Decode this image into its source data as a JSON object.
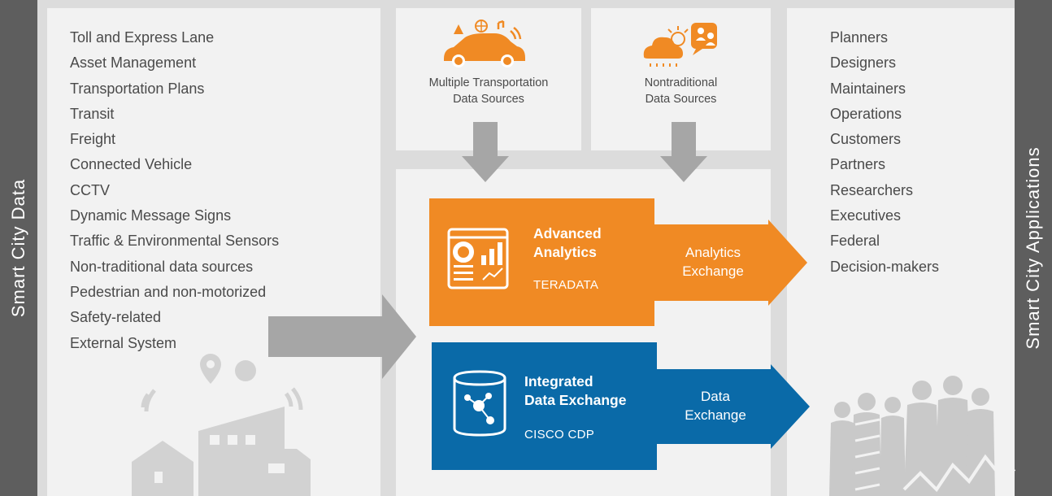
{
  "left_band": {
    "label": "Smart City Data"
  },
  "right_band": {
    "label": "Smart City Applications"
  },
  "data_list": [
    "Toll and Express Lane",
    "Asset Management",
    "Transportation Plans",
    "Transit",
    "Freight",
    "Connected Vehicle",
    "CCTV",
    "Dynamic Message Signs",
    "Traffic & Environmental Sensors",
    "Non-traditional data sources",
    "Pedestrian and non-motorized",
    "Safety-related",
    "External System"
  ],
  "sources": [
    {
      "line1": "Multiple Transportation",
      "line2": "Data Sources",
      "icon": "car-icon"
    },
    {
      "line1": "Nontraditional",
      "line2": "Data Sources",
      "icon": "weather-icon"
    }
  ],
  "analytics_box": {
    "title_line1": "Advanced",
    "title_line2": "Analytics",
    "vendor": "TERADATA",
    "arrow_line1": "Analytics",
    "arrow_line2": "Exchange",
    "color": "#f08a24",
    "icon": "dashboard-icon"
  },
  "exchange_box": {
    "title_line1": "Integrated",
    "title_line2": "Data Exchange",
    "vendor": "CISCO CDP",
    "arrow_line1": "Data",
    "arrow_line2": "Exchange",
    "color": "#0a6aa8",
    "icon": "database-network-icon"
  },
  "applications_list": [
    "Planners",
    "Designers",
    "Maintainers",
    "Operations",
    "Customers",
    "Partners",
    "Researchers",
    "Executives",
    "Federal",
    "Decision-makers"
  ],
  "colors": {
    "band": "#5e5e5e",
    "panel": "#f2f2f2",
    "arrow_gray": "#a6a6a6",
    "orange": "#f08a24",
    "blue": "#0a6aa8"
  }
}
